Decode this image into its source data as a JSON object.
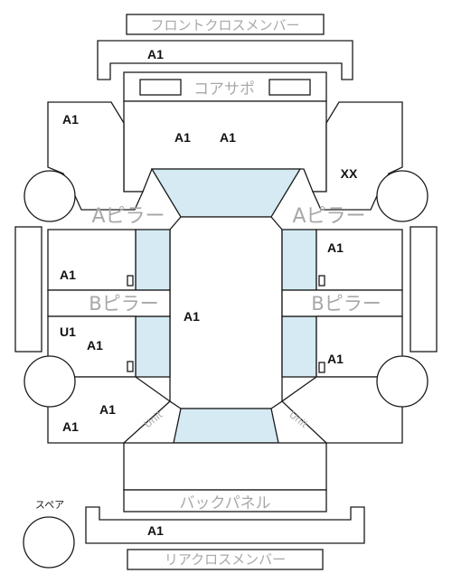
{
  "parts": {
    "front_cross_member": "フロントクロスメンバー",
    "core_support": "コアサポ",
    "a_pillar_left": "Aピラー",
    "a_pillar_right": "Aピラー",
    "b_pillar_left": "Bピラー",
    "b_pillar_right": "Bピラー",
    "back_panel": "バックパネル",
    "rear_cross_member": "リアクロスメンバー",
    "spare": "スペア",
    "unit_left": "Unit",
    "unit_right": "Unit"
  },
  "codes": {
    "front_member": "A1",
    "fender_left": "A1",
    "hood_left": "A1",
    "hood_right": "A1",
    "fender_right": "XX",
    "front_door_right": "A1",
    "front_door_left": "A1",
    "roof": "A1",
    "rear_door_left_u": "U1",
    "rear_door_left": "A1",
    "rear_door_right": "A1",
    "quarter_left": "A1",
    "quarter_left_lower": "A1",
    "rear_member": "A1"
  }
}
